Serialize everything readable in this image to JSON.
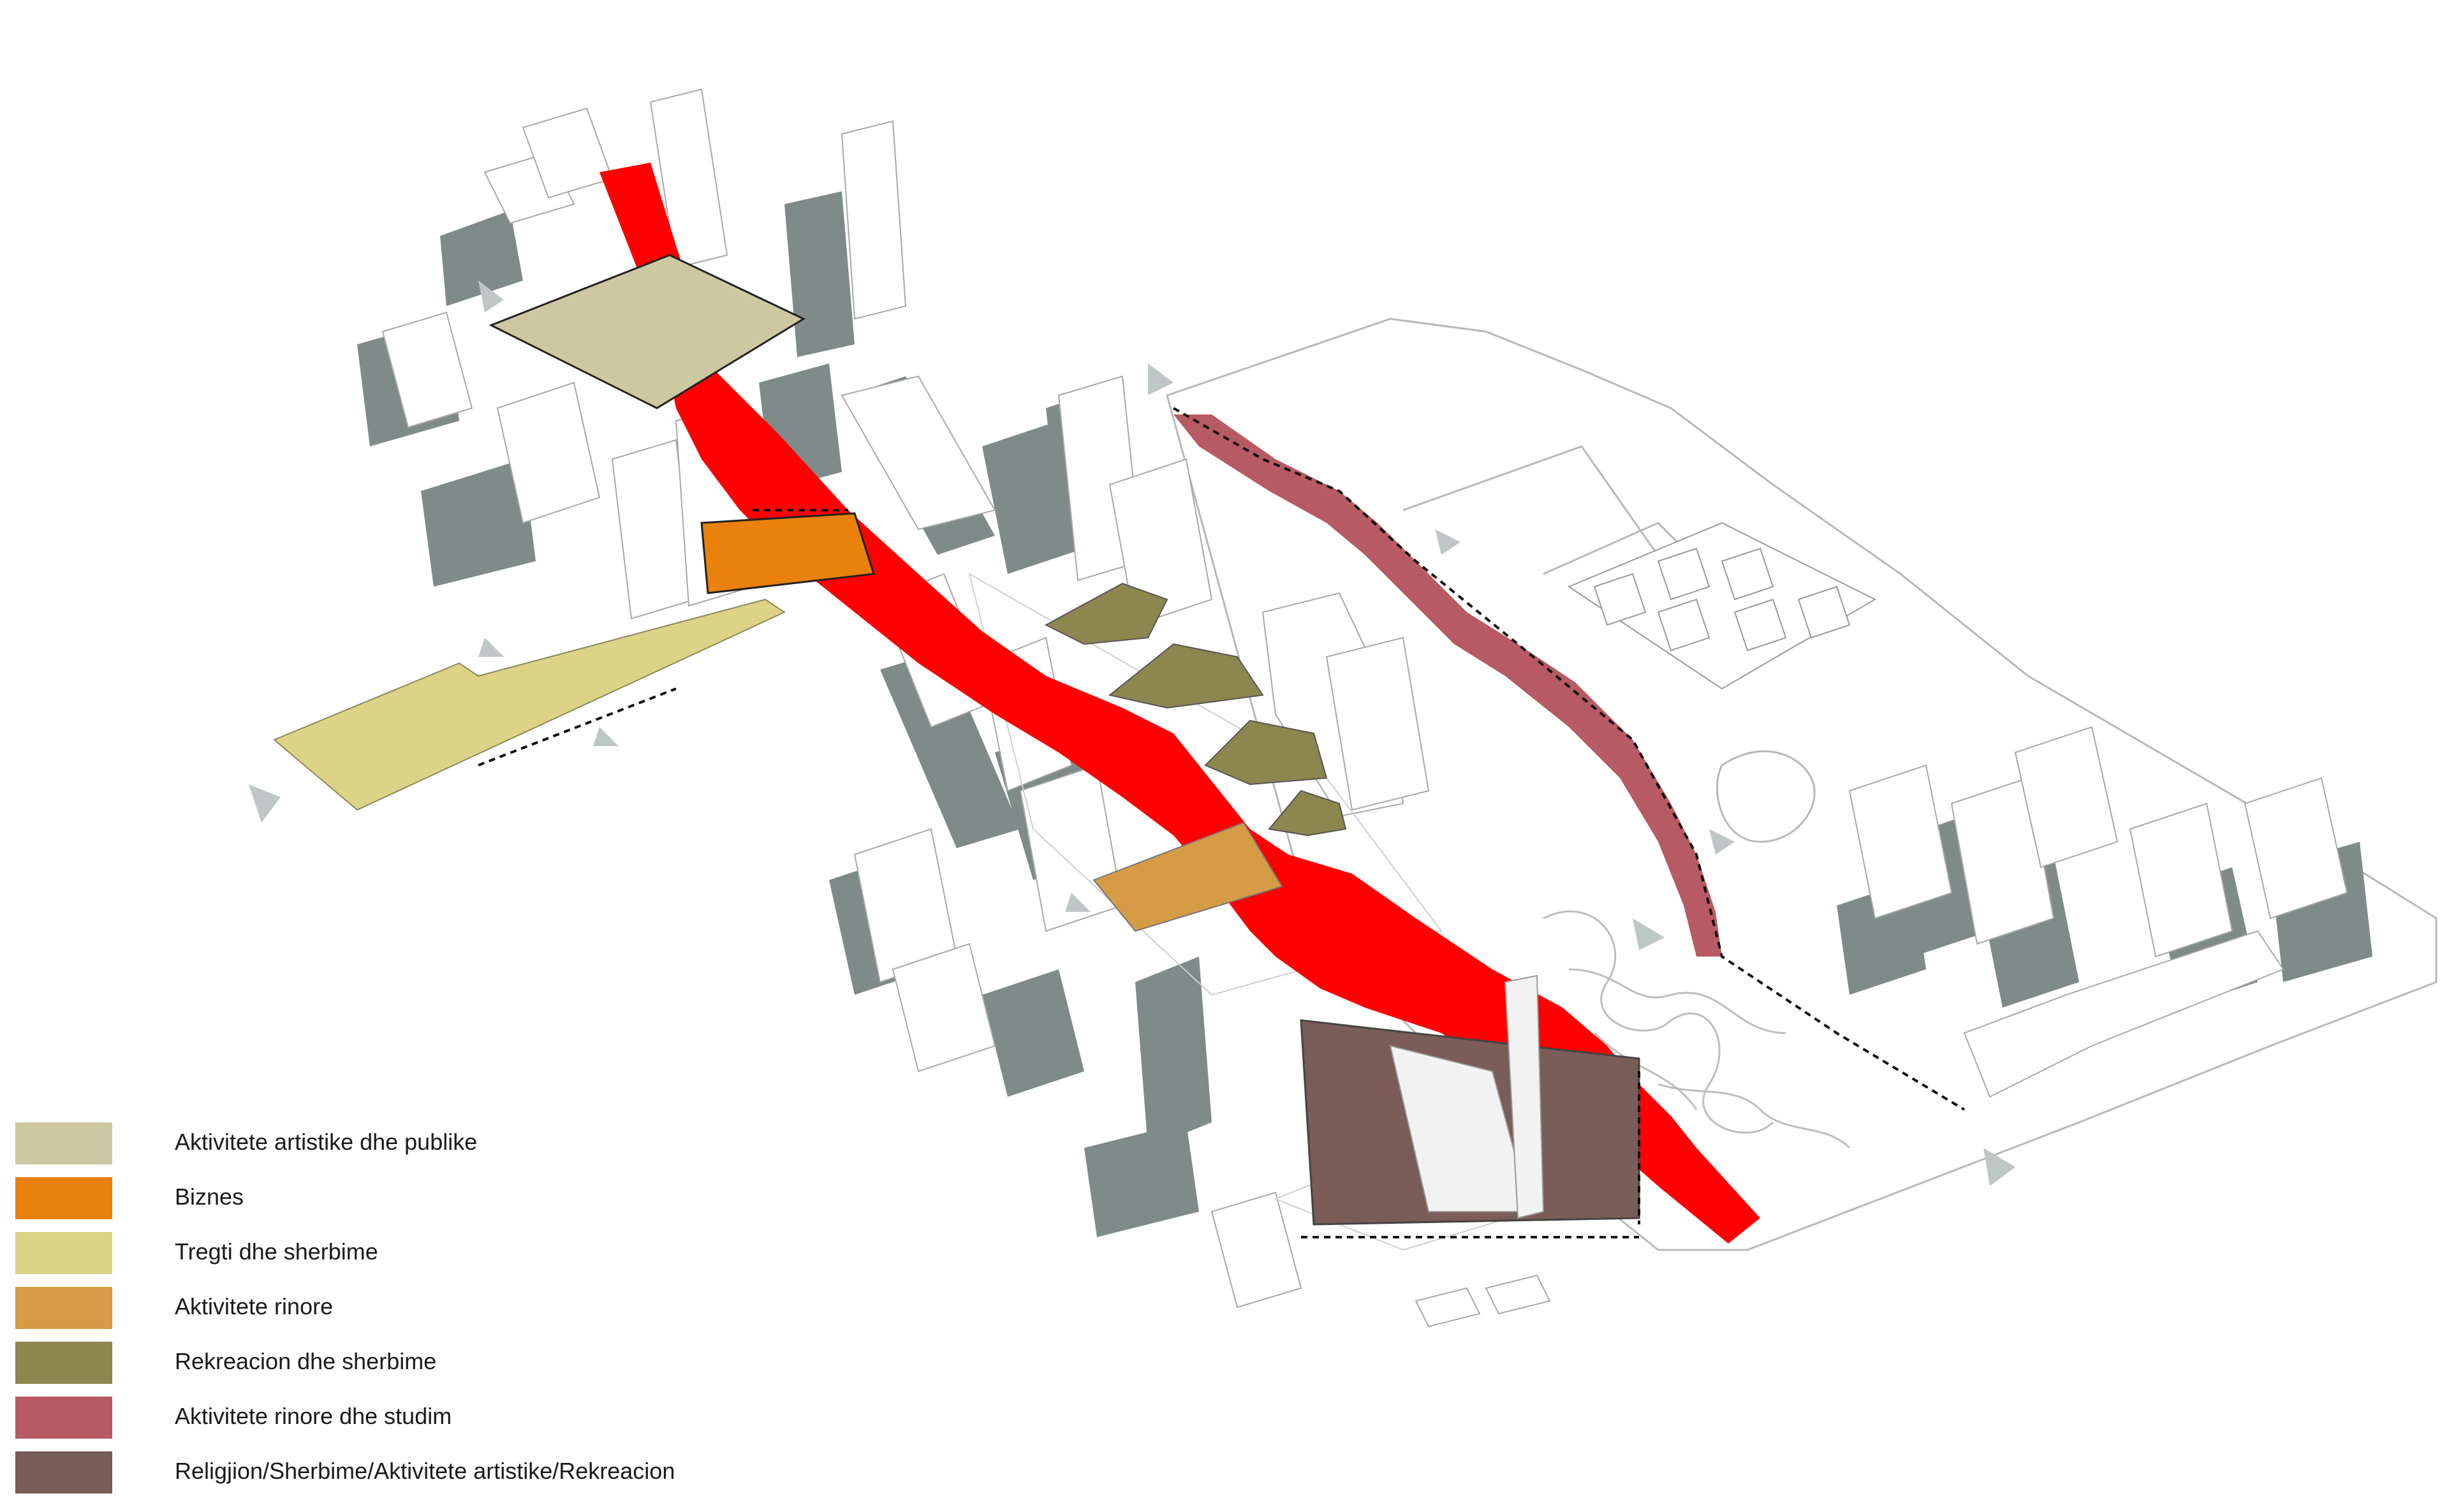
{
  "legend": {
    "items": [
      {
        "label": "Aktivitete artistike dhe publike",
        "color": "#cdc8a1"
      },
      {
        "label": "Biznes",
        "color": "#e9810c"
      },
      {
        "label": "Tregti dhe sherbime",
        "color": "#dcd387"
      },
      {
        "label": "Aktivitete rinore",
        "color": "#d69b45"
      },
      {
        "label": "Rekreacion dhe sherbime",
        "color": "#8c864f"
      },
      {
        "label": "Aktivitete rinore dhe studim",
        "color": "#b85a63"
      },
      {
        "label": "Religjion/Sherbime/Aktivitete artistike/Rekreacion",
        "color": "#7a5c58"
      }
    ]
  },
  "colors": {
    "main_axis": "#ff0000",
    "building_face": "#ffffff",
    "building_shadow": "#7f8b89",
    "outline": "#b0b0b0",
    "arrow": "#bfc6c6"
  }
}
